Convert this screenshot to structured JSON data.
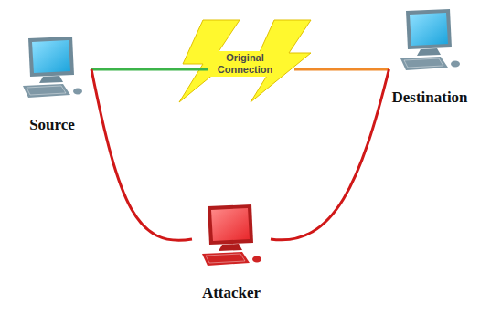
{
  "diagram": {
    "nodes": [
      {
        "text": [
          "Source"
        ]
      },
      {
        "text": [
          "Destination"
        ]
      },
      {
        "text": [
          "Attacker"
        ]
      }
    ],
    "edges": [
      {
        "from": 0,
        "to": 1,
        "arrow": "none",
        "label": "Original Connection"
      },
      {
        "from": 0,
        "to": 2,
        "arrow": "none"
      },
      {
        "from": 2,
        "to": 1,
        "arrow": "none"
      }
    ]
  }
}
